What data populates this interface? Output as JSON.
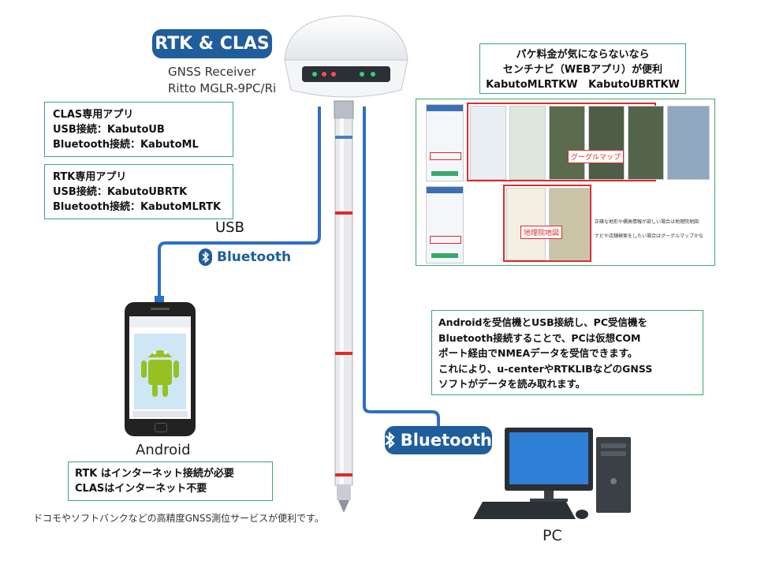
{
  "title_badge": "RTK & CLAS",
  "receiver": {
    "line1": "GNSS Receiver",
    "line2": "Ritto MGLR-9PC/Ri"
  },
  "clas_box": {
    "title": "CLAS専用アプリ",
    "usb": "USB接続：KabutoUB",
    "bt": "Bluetooth接続：KabutoML"
  },
  "rtk_box": {
    "title": "RTK専用アプリ",
    "usb": "USB接続：KabutoUBRTK",
    "bt": "Bluetooth接続：KabutoMLRTK"
  },
  "labels": {
    "usb": "USB",
    "bluetooth_small": "Bluetooth",
    "bluetooth_large": "Bluetooth",
    "android": "Android",
    "pc": "PC"
  },
  "web_box": {
    "line1": "パケ料金が気にならないなら",
    "line2": "センチナビ（WEBアプリ）が便利",
    "line3": "KabutoMLRTKW   KabutoUBRTKW"
  },
  "map_labels": {
    "google": "グーグルマップ",
    "gsi": "地理院地図",
    "note1": "正確な地形や標高情報が欲しい場合は地理院地図",
    "note2": "ナビや店舗検索をしたい場合はグーグルマップかな"
  },
  "pc_box": {
    "line1": "Androidを受信機とUSB接続し、PC受信機を",
    "line2": "Bluetooth接続することで、PCは仮想COM",
    "line3": "ポート経由でNMEAデータを受信できます。",
    "line4": "これにより、u-centerやRTKLIBなどのGNSS",
    "line5": "ソフトがデータを読み取れます。"
  },
  "internet_box": {
    "line1": "RTK はインターネット接続が必要",
    "line2": "CLASはインターネット不要"
  },
  "footer": "ドコモやソフトバンクなどの高精度GNSS測位サービスが便利です。",
  "colors": {
    "badge": "#1f5d9c",
    "cable": "#2f6fc4",
    "box_border": "#3aa86b",
    "red": "#e02a2a",
    "android": "#97c024"
  }
}
